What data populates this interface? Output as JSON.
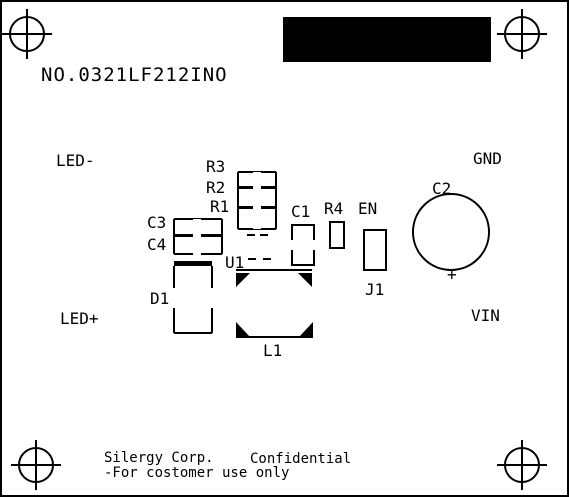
{
  "part_number": "NO.0321LF212INO",
  "footer": {
    "line1": "Silergy Corp.",
    "line1b": "Confidential",
    "line2": "-For costomer use only"
  },
  "terminals": {
    "led_minus": "LED-",
    "gnd": "GND",
    "led_plus": "LED+",
    "vin": "VIN"
  },
  "components": {
    "r3": "R3",
    "r2": "R2",
    "r1": "R1",
    "c1": "C1",
    "r4": "R4",
    "en": "EN",
    "c2": "C2",
    "c2_polarity": "+",
    "c3": "C3",
    "c4": "C4",
    "u1": "U1",
    "d1": "D1",
    "j1": "J1",
    "l1": "L1"
  }
}
